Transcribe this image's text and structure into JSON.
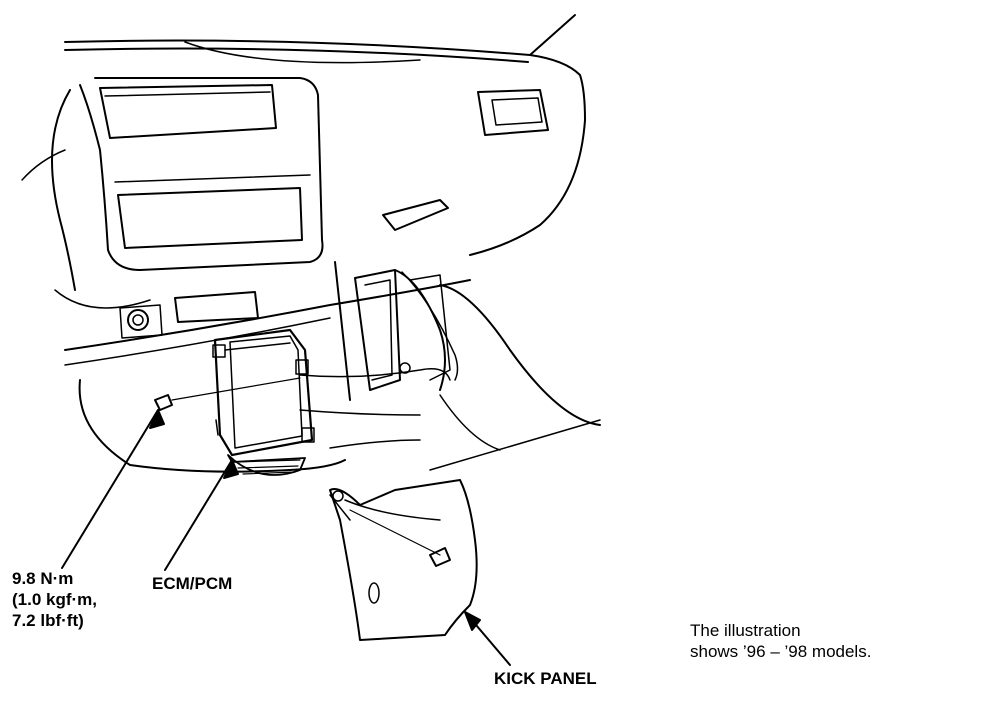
{
  "labels": {
    "torque_line1": "9.8 N·m",
    "torque_line2": "(1.0 kgf·m,",
    "torque_line3": "7.2 lbf·ft)",
    "ecm_pcm": "ECM/PCM",
    "kick_panel": "KICK PANEL",
    "note_line1": "The illustration",
    "note_line2": "shows ’96 – ’98 models."
  }
}
